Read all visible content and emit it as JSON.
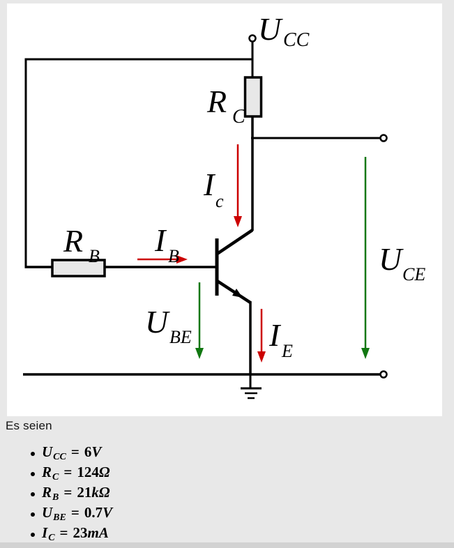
{
  "page": {
    "background": "#e8e8e8",
    "canvas_background": "#ffffff",
    "bottom_bar_color": "#d2d2d2"
  },
  "colors": {
    "wire": "#000000",
    "current_arrow": "#cc0000",
    "voltage_arrow": "#117711",
    "resistor_fill": "#e8e8e8"
  },
  "circuit": {
    "labels": {
      "ucc": {
        "main": "U",
        "sub": "CC"
      },
      "rc": {
        "main": "R",
        "sub": "C"
      },
      "ic": {
        "main": "I",
        "sub": "c"
      },
      "rb": {
        "main": "R",
        "sub": "B"
      },
      "ib": {
        "main": "I",
        "sub": "B"
      },
      "ube": {
        "main": "U",
        "sub": "BE"
      },
      "ie": {
        "main": "I",
        "sub": "E"
      },
      "uce": {
        "main": "U",
        "sub": "CE"
      }
    }
  },
  "text": {
    "intro": "Es seien",
    "items": [
      {
        "sym": "U",
        "sub": "CC",
        "eq": "=",
        "num": "6",
        "unit": "V"
      },
      {
        "sym": "R",
        "sub": "C",
        "eq": "=",
        "num": "124",
        "unit": "Ω"
      },
      {
        "sym": "R",
        "sub": "B",
        "eq": "=",
        "num": "21",
        "unit": "kΩ"
      },
      {
        "sym": "U",
        "sub": "BE",
        "eq": "=",
        "num": "0.7",
        "unit": "V"
      },
      {
        "sym": "I",
        "sub": "C",
        "eq": "=",
        "num": "23",
        "unit": "mA"
      }
    ]
  }
}
